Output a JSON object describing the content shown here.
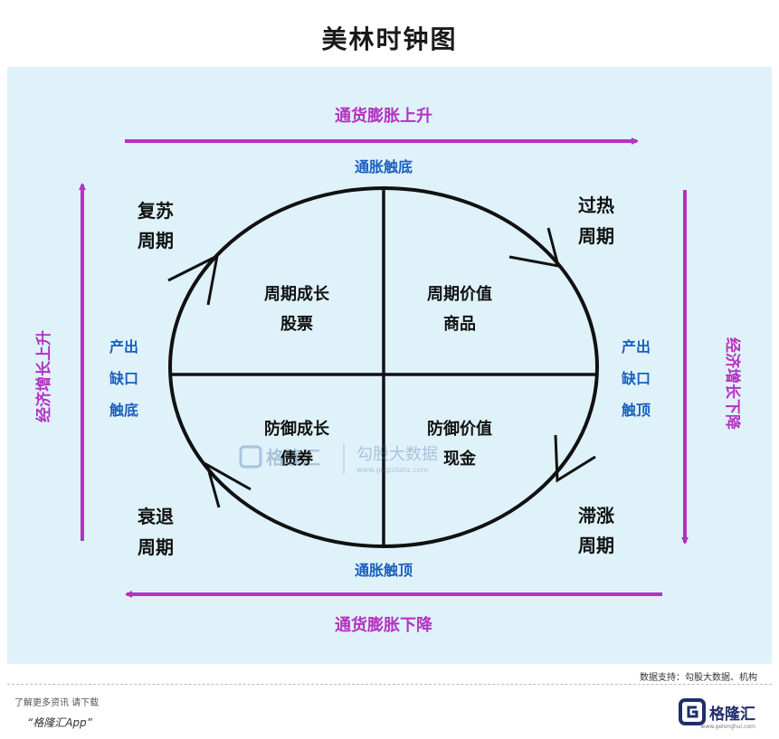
{
  "title": "美林时钟图",
  "top_arrow_label": "通货膨胀上升",
  "bottom_arrow_label": "通货膨胀下降",
  "left_arrow_label": "经济增长上升",
  "right_arrow_label": "经济增长下降",
  "top_point_label": "通胀触底",
  "bottom_point_label": "通胀触顶",
  "left_point_label": [
    "产出",
    "缺口",
    "触底"
  ],
  "right_point_label": [
    "产出",
    "缺口",
    "触顶"
  ],
  "phases": {
    "recovery": [
      "复苏",
      "周期"
    ],
    "overheat": [
      "过热",
      "周期"
    ],
    "stagflation": [
      "滞涨",
      "周期"
    ],
    "recession": [
      "衰退",
      "周期"
    ]
  },
  "quadrants": {
    "top_left": [
      "周期成长",
      "股票"
    ],
    "top_right": [
      "周期价值",
      "商品"
    ],
    "bottom_left": [
      "防御成长",
      "债券"
    ],
    "bottom_right": [
      "防御价值",
      "现金"
    ]
  },
  "watermark": {
    "brand": "格隆汇",
    "text": "勾股大数据",
    "url": "www.gogudata.com"
  },
  "source": "数据支持：勾股大数据、机构",
  "footnote_line": "了解更多资讯 请下载",
  "footnote_app": "“格隆汇App”",
  "brand_logo": {
    "name": "格隆汇",
    "url": "www.gelonghui.com",
    "icon": "g-logo-icon"
  },
  "colors": {
    "arrow": "#b532c2",
    "blue_text": "#1a5fbf",
    "black_text": "#111111",
    "panel": "#dff2fa"
  }
}
